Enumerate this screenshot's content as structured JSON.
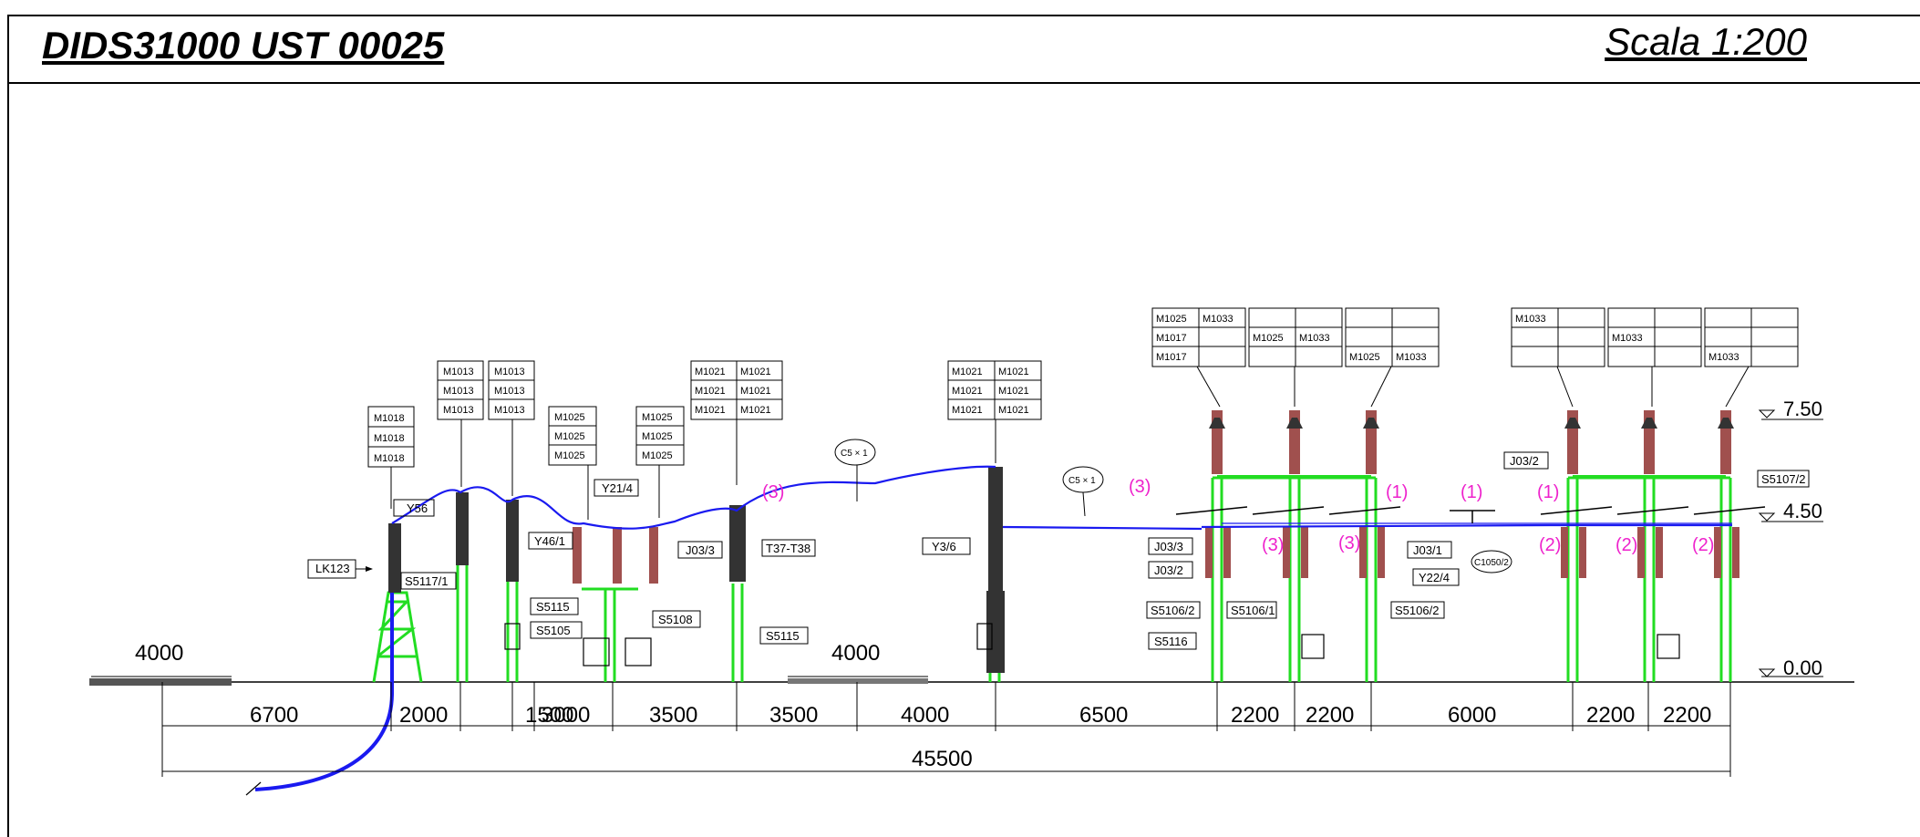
{
  "header": {
    "drawing_code": "DIDS31000 UST 00025",
    "scale": "Scala 1:200"
  },
  "colors": {
    "conductor": "#1a1af0",
    "support": "#22dd22",
    "insulator": "#a0504e",
    "annotation": "#ee22cc",
    "cyan": "#00c8e0"
  },
  "levels": [
    "7.50",
    "4.50",
    "0.00"
  ],
  "dimensions": {
    "segments": [
      "6700",
      "2000",
      "1500",
      "3000",
      "3500",
      "3500",
      "4000",
      "6500",
      "2200",
      "2200",
      "6000",
      "2200",
      "2200"
    ],
    "total": "45500",
    "side_left": "4000",
    "side_mid": "4000"
  },
  "labels": {
    "lk": "LK123",
    "y56": "Y56",
    "s5117": "S5117/1",
    "y46": "Y46/1",
    "s5115a": "S5115",
    "s5105": "S5105",
    "s5108": "S5108",
    "y21": "Y21/4",
    "j033a": "J03/3",
    "t37": "T37-T38",
    "s5115b": "S5115",
    "y36": "Y3/6",
    "c5a": "C5 × 1",
    "c5b": "C5 × 1",
    "j033b": "J03/3",
    "j032a": "J03/2",
    "s5106_2a": "S5106/2",
    "s5106_1": "S5106/1",
    "s5116": "S5116",
    "j031": "J03/1",
    "y224": "Y22/4",
    "s5106_2b": "S5106/2",
    "j032b": "J03/2",
    "s5107": "S5107/2",
    "c1050": "C1050/2"
  },
  "markers": {
    "p3": "(3)",
    "p1": "(1)",
    "p2": "(2)"
  },
  "tables": {
    "t1": [
      "M1018",
      "M1018",
      "M1018"
    ],
    "t2": [
      "M1013",
      "M1013",
      "M1013"
    ],
    "t3": [
      "M1013",
      "M1013",
      "M1013"
    ],
    "t4": [
      "M1025",
      "M1025",
      "M1025"
    ],
    "t5": [
      "M1025",
      "M1025",
      "M1025"
    ],
    "t6a": [
      "M1021",
      "M1021",
      "M1021"
    ],
    "t6b": [
      "M1021",
      "M1021",
      "M1021"
    ],
    "t7a": [
      "M1021",
      "M1021",
      "M1021"
    ],
    "t7b": [
      "M1021",
      "M1021",
      "M1021"
    ],
    "r1": [
      "M1025",
      "M1033",
      "M1017",
      "",
      "M1017",
      ""
    ],
    "r2": [
      "",
      "",
      "M1025",
      "M1033",
      "",
      ""
    ],
    "r3": [
      "",
      "",
      "",
      "",
      "M1025",
      "M1033"
    ],
    "r4": [
      "M1033",
      "",
      "",
      "",
      "",
      ""
    ],
    "r5": [
      "",
      "",
      "M1033",
      "",
      "",
      ""
    ],
    "r6": [
      "",
      "",
      "",
      "",
      "M1033",
      ""
    ]
  }
}
